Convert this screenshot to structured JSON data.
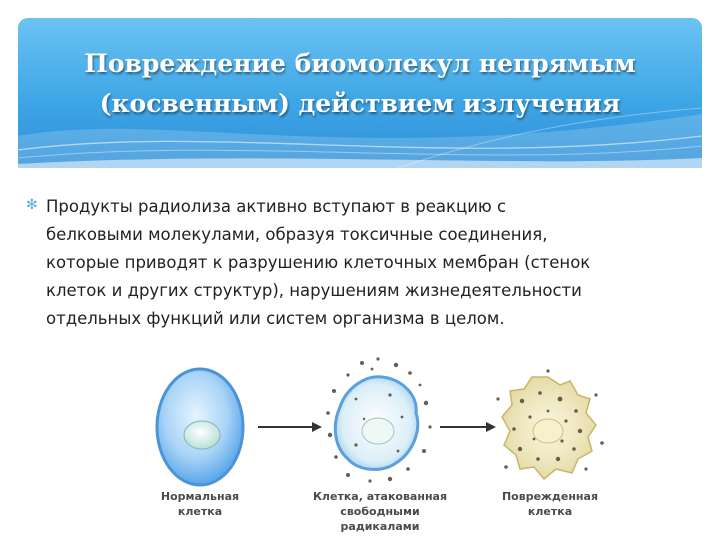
{
  "slide": {
    "title": "Повреждение биомолекул непрямым\n(косвенным) действием излучения",
    "bullet_symbol": "✻",
    "paragraph": "Продукты радиолиза активно вступают в реакцию с\nбелковыми молекулами, образуя токсичные соединения,\nкоторые приводят к разрушению клеточных мембран (стенок\nклеток и других структур), нарушениям жизнедеятельности\nотдельных функций или систем организма в целом."
  },
  "figure": {
    "captions": {
      "normal": "Нормальная\nклетка",
      "attacked": "Клетка, атакованная\nсвободными радикалами",
      "damaged": "Поврежденная\nклетка"
    }
  },
  "colors": {
    "header_blue": "#3ea6e6",
    "cell_blue": "#6ab4ee",
    "damaged_cell": "#e6dca8",
    "particle": "#6b5a4e",
    "arrow": "#333333"
  },
  "icons": {
    "bullet": "asterisk-bullet-icon",
    "arrow": "right-arrow-icon"
  }
}
